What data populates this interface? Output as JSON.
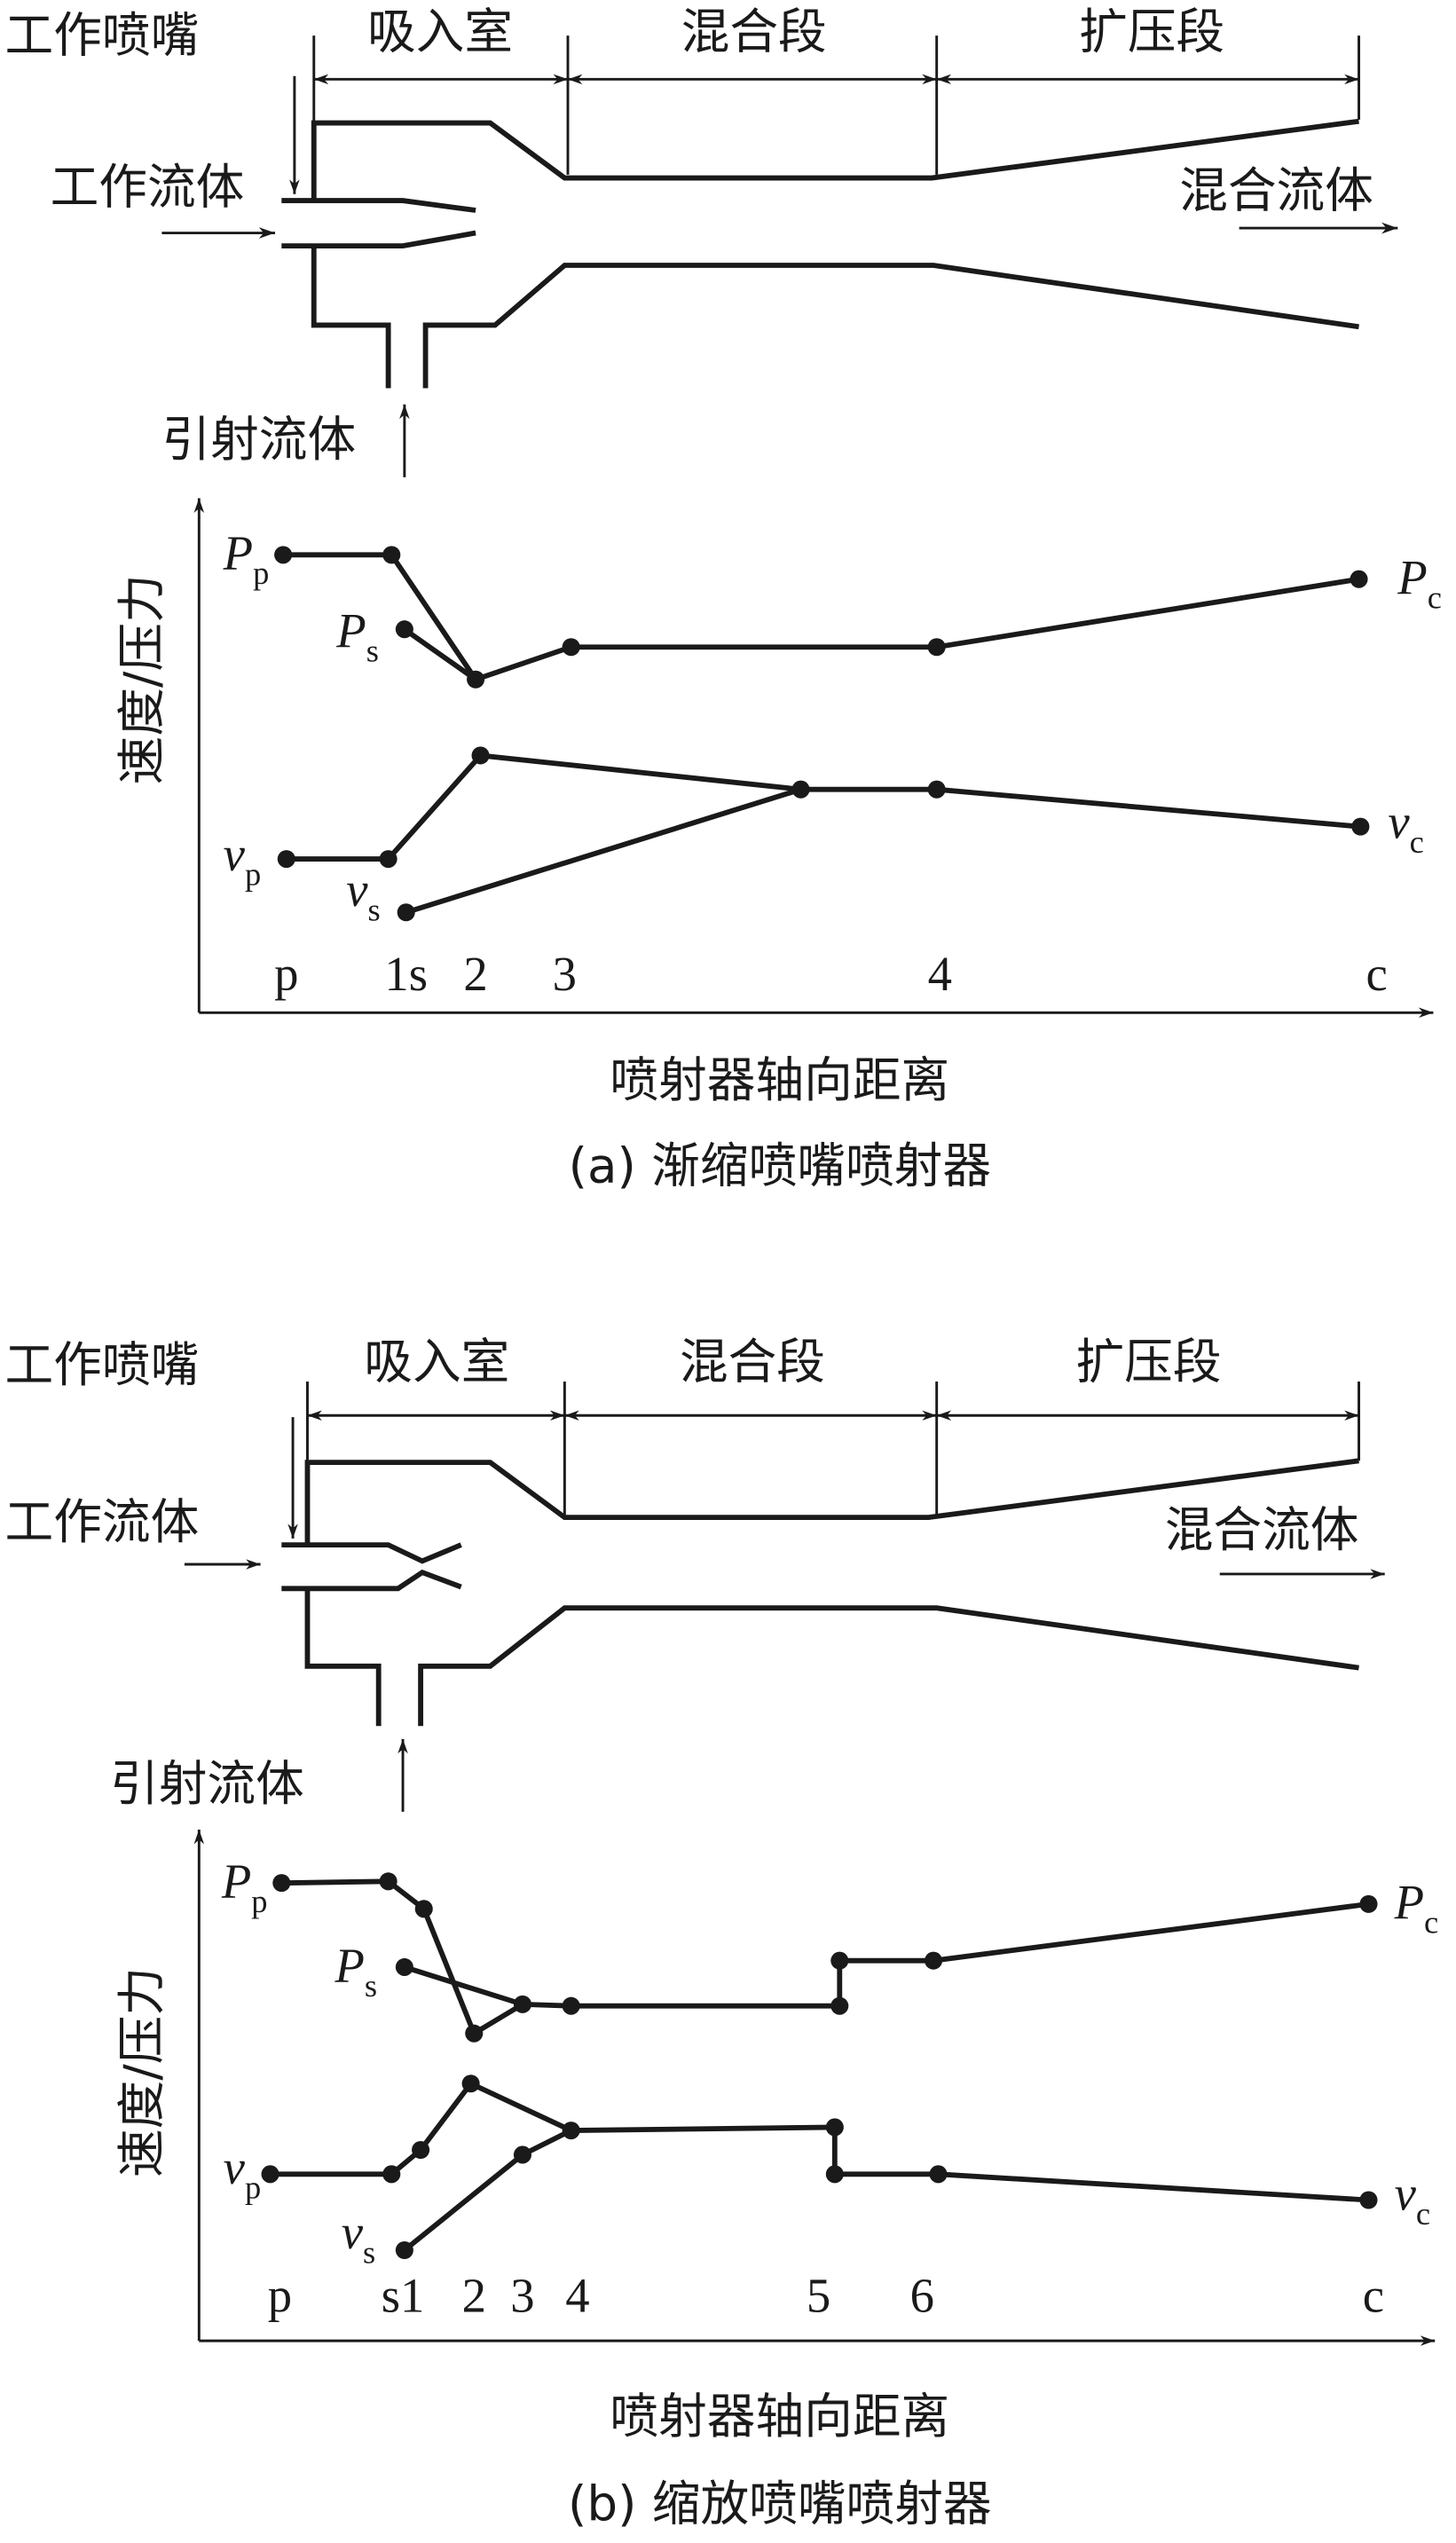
{
  "panels": [
    {
      "nozzle_label": "工作喷嘴",
      "sections": [
        "吸入室",
        "混合段",
        "扩压段"
      ],
      "motive_fluid": "工作流体",
      "mixed_fluid": "混合流体",
      "suction_fluid": "引射流体",
      "y_axis_label": "速度/压力",
      "x_axis_label": "喷射器轴向距离",
      "caption": "(a) 渐缩喷嘴喷射器",
      "curve_labels": {
        "Pp": [
          "P",
          "p"
        ],
        "Ps": [
          "P",
          "s"
        ],
        "Pc": [
          "P",
          "c"
        ],
        "vp": [
          "v",
          "p"
        ],
        "vs": [
          "v",
          "s"
        ],
        "vc": [
          "v",
          "c"
        ]
      },
      "ticks": [
        "p",
        "1s",
        "2",
        "3",
        "4",
        "c"
      ]
    },
    {
      "nozzle_label": "工作喷嘴",
      "sections": [
        "吸入室",
        "混合段",
        "扩压段"
      ],
      "motive_fluid": "工作流体",
      "mixed_fluid": "混合流体",
      "suction_fluid": "引射流体",
      "y_axis_label": "速度/压力",
      "x_axis_label": "喷射器轴向距离",
      "caption": "(b) 缩放喷嘴喷射器",
      "curve_labels": {
        "Pp": [
          "P",
          "p"
        ],
        "Ps": [
          "P",
          "s"
        ],
        "Pc": [
          "P",
          "c"
        ],
        "vp": [
          "v",
          "p"
        ],
        "vs": [
          "v",
          "s"
        ],
        "vc": [
          "v",
          "c"
        ]
      },
      "ticks": [
        "p",
        "s1",
        "2",
        "3",
        "4",
        "5",
        "6",
        "c"
      ]
    }
  ]
}
